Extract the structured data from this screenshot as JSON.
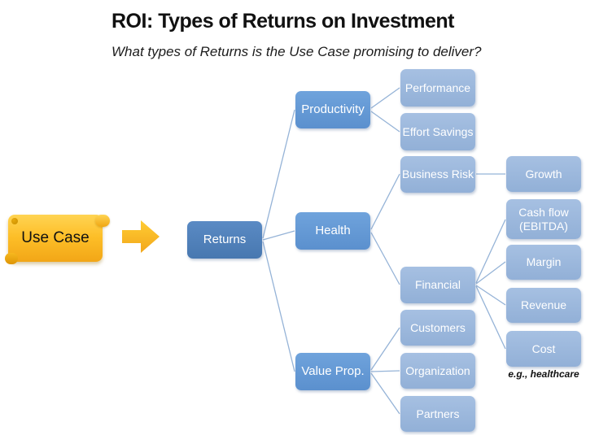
{
  "title": "ROI: Types of Returns on Investment",
  "subtitle": "What types of Returns is the Use Case promising to deliver?",
  "annotation": "e.g., healthcare",
  "nodes": {
    "use_case": "Use Case",
    "returns": "Returns",
    "productivity": "Productivity",
    "health": "Health",
    "value_prop": "Value Prop.",
    "performance": "Performance",
    "effort_savings": "Effort Savings",
    "business_risk": "Business Risk",
    "growth": "Growth",
    "financial": "Financial",
    "cash_flow": "Cash flow (EBITDA)",
    "margin": "Margin",
    "revenue": "Revenue",
    "cost": "Cost",
    "customers": "Customers",
    "organization": "Organization",
    "partners": "Partners"
  },
  "hierarchy": {
    "edges": [
      [
        "Use Case",
        "Returns"
      ],
      [
        "Returns",
        "Productivity"
      ],
      [
        "Returns",
        "Health"
      ],
      [
        "Returns",
        "Value Prop."
      ],
      [
        "Productivity",
        "Performance"
      ],
      [
        "Productivity",
        "Effort Savings"
      ],
      [
        "Health",
        "Business Risk"
      ],
      [
        "Health",
        "Financial"
      ],
      [
        "Business Risk",
        "Growth"
      ],
      [
        "Financial",
        "Cash flow (EBITDA)"
      ],
      [
        "Financial",
        "Margin"
      ],
      [
        "Financial",
        "Revenue"
      ],
      [
        "Financial",
        "Cost"
      ],
      [
        "Value Prop.",
        "Customers"
      ],
      [
        "Value Prop.",
        "Organization"
      ],
      [
        "Value Prop.",
        "Partners"
      ]
    ]
  },
  "colors": {
    "root_node": "#4E81BA",
    "branch_node": "#5F93D0",
    "leaf_node": "#9BB6DA",
    "connector_line": "#95B3D7",
    "use_case_gold": "#FBB920",
    "node_text": "#FFFFFF",
    "title_text": "#111111",
    "background": "#FFFFFF"
  }
}
